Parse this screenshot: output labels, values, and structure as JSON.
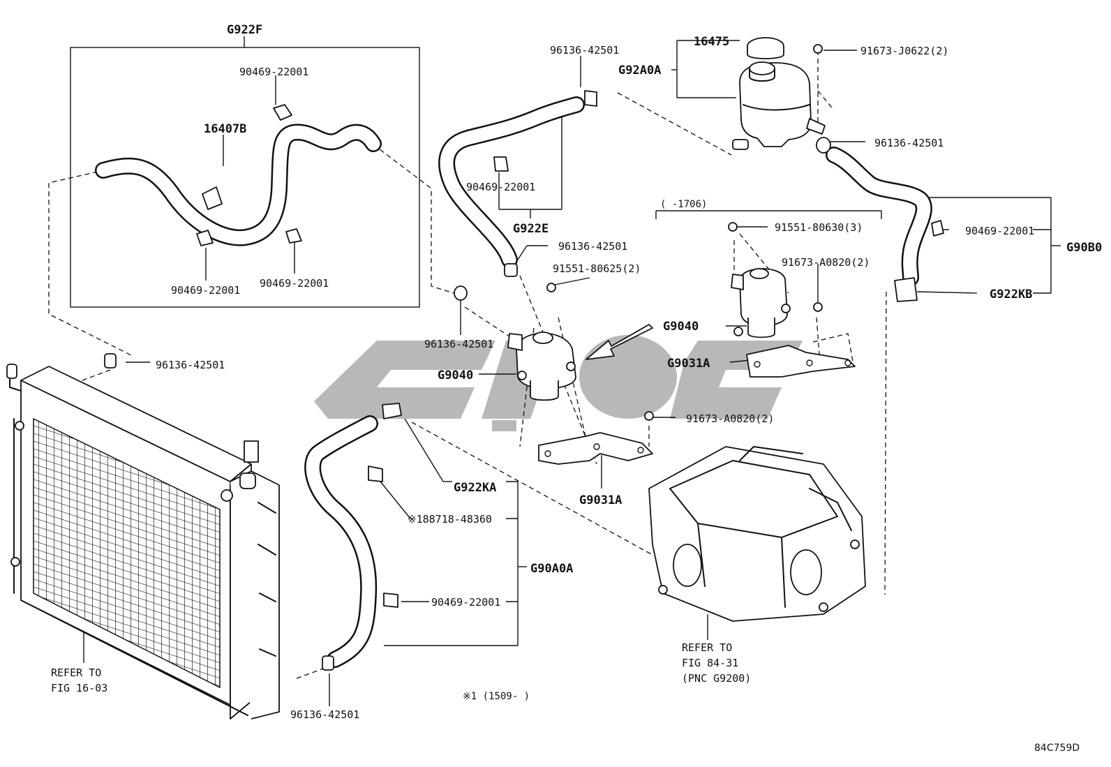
{
  "diagram_id": "84C759D",
  "footnote": "※1 (1509-      )",
  "bracket_note": "(      -1706)",
  "labels": {
    "g922f": "G922F",
    "p90469_a": "90469-22001",
    "p16407b": "16407B",
    "p90469_b": "90469-22001",
    "p90469_c": "90469-22001",
    "p96136_rad": "96136-42501",
    "p96136_top": "96136-42501",
    "p90469_d": "90469-22001",
    "g922e": "G922E",
    "p96136_mid": "96136-42501",
    "p91551_80625": "91551-80625(2)",
    "p96136_left": "96136-42501",
    "g9040_left": "G9040",
    "p16475": "16475",
    "g92a0a": "G92A0A",
    "p91673_j0622": "91673-J0622(2)",
    "p96136_right": "96136-42501",
    "p91551_80630": "91551-80630(3)",
    "p91673_a0820_a": "91673-A0820(2)",
    "g9040_right": "G9040",
    "g9031a_right": "G9031A",
    "p90469_e": "90469-22001",
    "g90b0": "G90B0",
    "g922kb": "G922KB",
    "p91673_a0820_b": "91673-A0820(2)",
    "g9031a_left": "G9031A",
    "g922ka": "G922KA",
    "p188718": "※188718-48360",
    "g90a0a": "G90A0A",
    "p90469_f": "90469-22001",
    "p96136_bottom": "96136-42501",
    "refer_rad_1": "REFER TO",
    "refer_rad_2": "FIG 16-03",
    "refer_inv_1": "REFER TO",
    "refer_inv_2": "FIG 84-31",
    "refer_inv_3": "(PNC G9200)"
  },
  "icons": [
    "radiator",
    "inverter-assembly",
    "reservoir-tank",
    "reservoir-cap",
    "water-pump",
    "pump-bracket",
    "hose-clamp",
    "hose",
    "bolt",
    "flow-arrow"
  ]
}
